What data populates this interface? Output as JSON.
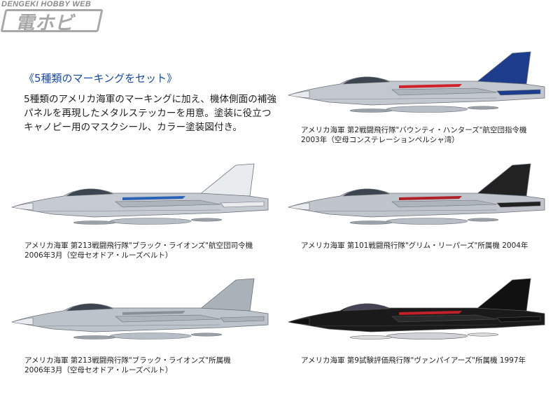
{
  "logo": {
    "top_text": "DENGEKI HOBBY WEB",
    "main_text": "電ホビ",
    "color": "#a8a8a8"
  },
  "heading": "《5種類のマーキングをセット》",
  "heading_color": "#1a4aa8",
  "body_lines": [
    "5種類のアメリカ海軍のマーキングに加え、機体側面の補強",
    "パネルを再現したメタルステッカーを用意。塗装に役立つ",
    "キャノピー用のマスクシール、カラー塗装図付き。"
  ],
  "markings": [
    {
      "caption": [
        "アメリカ海軍 第2戦闘飛行隊\"バウンティ・ハンターズ\"航空団指令機",
        "2003年（空母コンステレーションペルシャ湾）"
      ],
      "body_color": "#c3c8ce",
      "tail_color": "#1d3d8c",
      "accent_color": "#d0202a"
    },
    {
      "caption": [
        "アメリカ海軍 第213戦闘飛行隊\"ブラック・ライオンズ\"航空団司令機",
        "2006年3月（空母セオドア・ルーズベルト）"
      ],
      "body_color": "#c6cbd1",
      "tail_color": "#e8ecef",
      "accent_color": "#2a63b5"
    },
    {
      "caption": [
        "アメリカ海軍 第101戦闘飛行隊\"グリム・リーパーズ\"所属機 2004年"
      ],
      "body_color": "#c0c5cb",
      "tail_color": "#222222",
      "accent_color": "#b02028"
    },
    {
      "caption": [
        "アメリカ海軍 第213戦闘飛行隊\"ブラック・ライオンズ\"所属機",
        "2006年3月（空母セオドア・ルーズベルト）"
      ],
      "body_color": "#bcc3ca",
      "tail_color": "#a9b1b9",
      "accent_color": "#8a9098"
    },
    {
      "caption": [
        "アメリカ海軍 第9試験評価飛行隊\"ヴァンパイアーズ\"所属機 1997年"
      ],
      "body_color": "#1a1a1a",
      "tail_color": "#111111",
      "accent_color": "#c0202a"
    }
  ]
}
